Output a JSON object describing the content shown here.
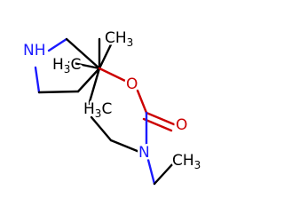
{
  "atom_labels": {
    "nh_amine": {
      "main": "N",
      "tail": "H"
    },
    "ch3_top": {
      "main": "CH",
      "sub": "3"
    },
    "h3c_mid": {
      "main": "H",
      "sub": "3",
      "tail": "C"
    },
    "h3c_low": {
      "main": "H",
      "sub": "3",
      "tail": "C"
    },
    "o_ester": "O",
    "o_carbonyl": "O",
    "n_carbamate": "N",
    "ch3_ethyl": {
      "main": "CH",
      "sub": "3"
    }
  },
  "colors": {
    "carbon": "#000000",
    "nitrogen": "#1a1aff",
    "oxygen": "#cc0000",
    "background": "#ffffff"
  }
}
